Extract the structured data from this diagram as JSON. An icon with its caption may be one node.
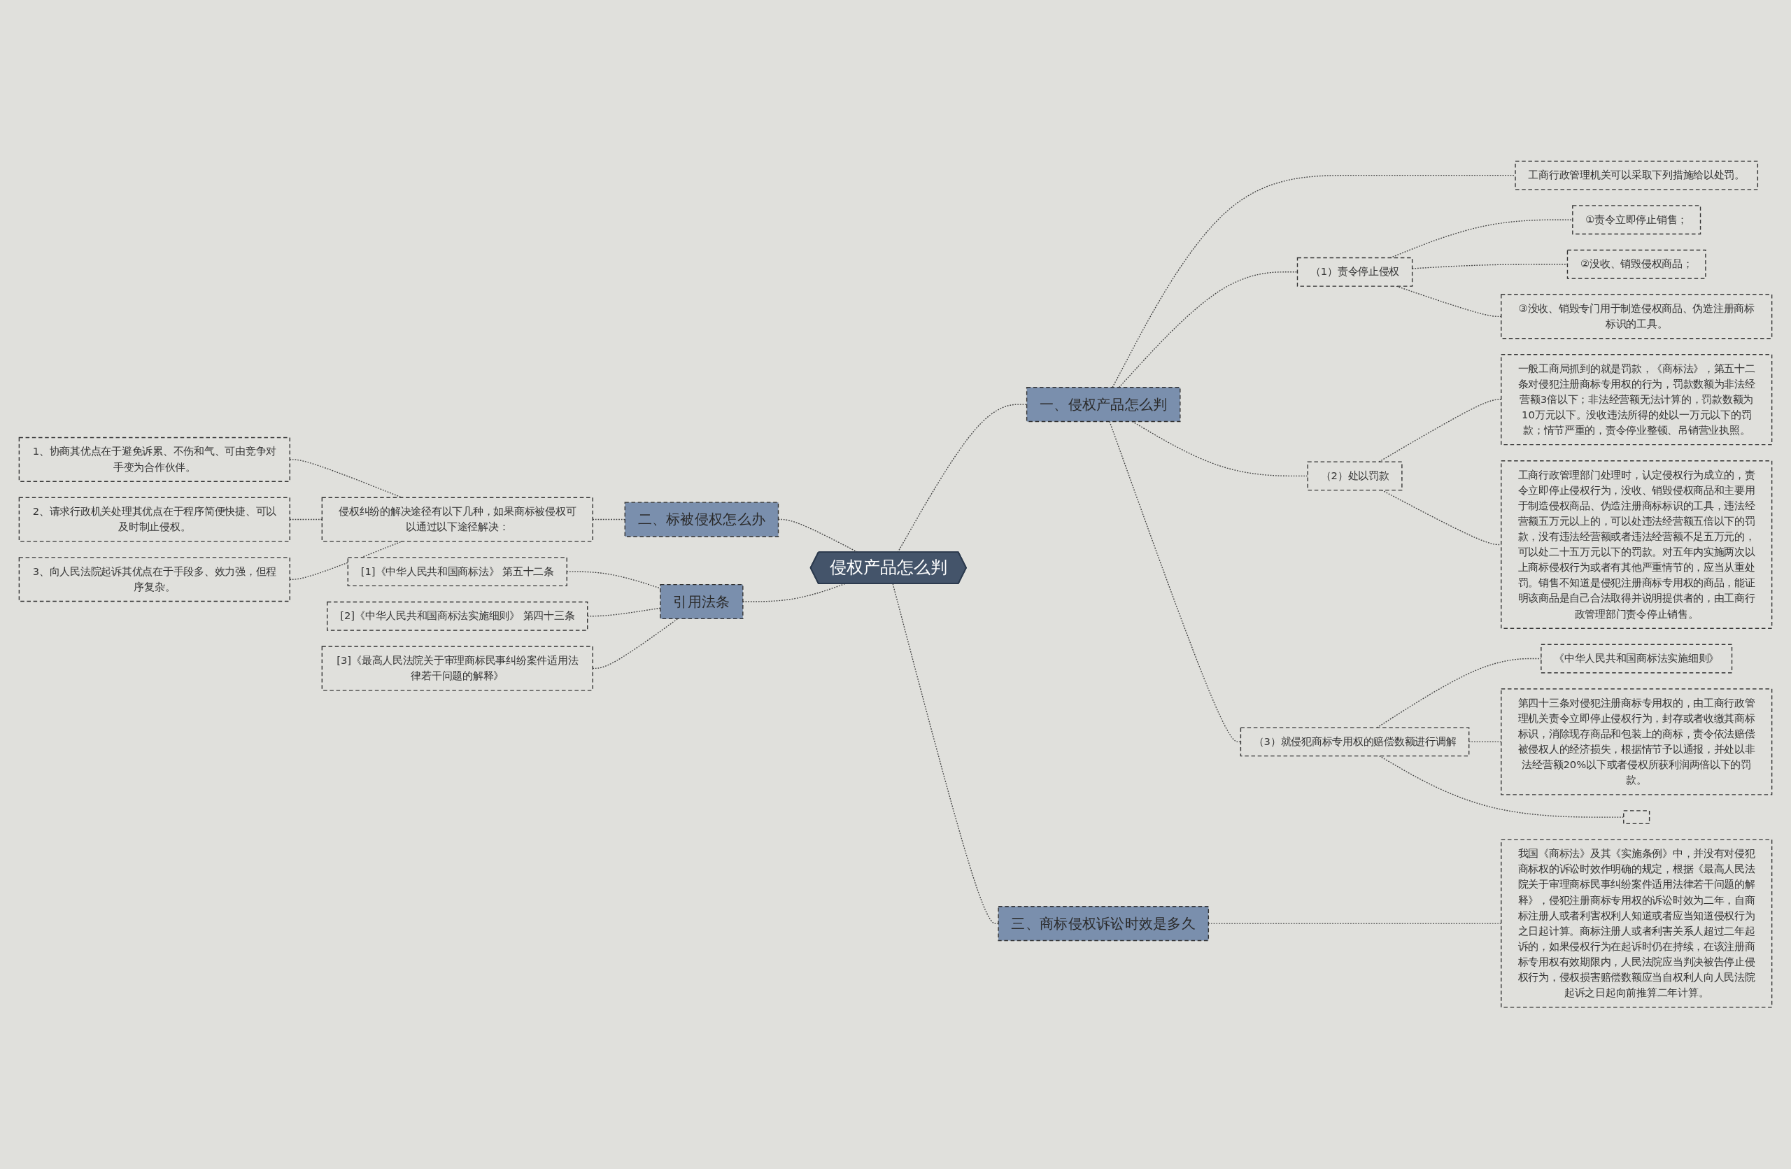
{
  "diagram": {
    "nodes": [
      {
        "text": [
          "侵权产品怎么判"
        ]
      },
      {
        "text": [
          "一、侵权产品怎么判"
        ]
      },
      {
        "text": [
          "工商行政管理机关可以采取下列措施给以处罚。"
        ]
      },
      {
        "text": [
          "（1）责令停止侵权"
        ]
      },
      {
        "text": [
          "①责令立即停止销售；"
        ]
      },
      {
        "text": [
          "②没收、销毁侵权商品；"
        ]
      },
      {
        "text": [
          "③没收、销毁专门用于制造侵权商品、伪造注册商标标识的工具。"
        ]
      },
      {
        "text": [
          "（2）处以罚款"
        ]
      },
      {
        "text": [
          "一般工商局抓到的就是罚款，《商标法》，第五十二条对侵犯注册商标专用权的行为，罚款数额为非法经营额3倍以下；非法经营额无法计算的，罚款数额为10万元以下。没收违法所得的处以一万元以下的罚款；情节严重的，责令停业整顿、吊销营业执照。"
        ]
      },
      {
        "text": [
          "工商行政管理部门处理时，认定侵权行为成立的，责令立即停止侵权行为，没收、销毁侵权商品和主要用于制造侵权商品、伪造注册商标标识的工具，违法经营额五万元以上的，可以处违法经营额五倍以下的罚款，没有违法经营额或者违法经营额不足五万元的，可以处二十五万元以下的罚款。对五年内实施两次以上商标侵权行为或者有其他严重情节的，应当从重处罚。销售不知道是侵犯注册商标专用权的商品，能证明该商品是自己合法取得并说明提供者的，由工商行政管理部门责令停止销售。"
        ]
      },
      {
        "text": [
          "（3）就侵犯商标专用权的赔偿数额进行调解"
        ]
      },
      {
        "text": [
          "《中华人民共和国商标法实施细则》"
        ]
      },
      {
        "text": [
          "第四十三条对侵犯注册商标专用权的，由工商行政管理机关责令立即停止侵权行为，封存或者收缴其商标标识，消除现存商品和包装上的商标，责令依法赔偿被侵权人的经济损失，根据情节予以通报，并处以非法经营额20%以下或者侵权所获利润两倍以下的罚款。"
        ]
      },
      {
        "text": [],
        "shape": "box"
      },
      {
        "text": [
          "三、商标侵权诉讼时效是多久"
        ]
      },
      {
        "text": [
          "我国《商标法》及其《实施条例》中，并没有对侵犯商标权的诉讼时效作明确的规定，根据《最高人民法院关于审理商标民事纠纷案件适用法律若干问题的解释》，侵犯注册商标专用权的诉讼时效为二年，自商标注册人或者利害权利人知道或者应当知道侵权行为之日起计算。商标注册人或者利害关系人超过二年起诉的，如果侵权行为在起诉时仍在持续，在该注册商标专用权有效期限内，人民法院应当判决被告停止侵权行为，侵权损害赔偿数额应当自权利人向人民法院起诉之日起向前推算二年计算。"
        ]
      },
      {
        "text": [
          "二、标被侵权怎么办"
        ]
      },
      {
        "text": [
          "侵权纠纷的解决途径有以下几种，如果商标被侵权可以通过以下途径解决："
        ]
      },
      {
        "text": [
          "1、协商其优点在于避免诉累、不伤和气、可由竞争对手变为合作伙伴。"
        ]
      },
      {
        "text": [
          "2、请求行政机关处理其优点在于程序简便快捷、可以及时制止侵权。"
        ]
      },
      {
        "text": [
          "3、向人民法院起诉其优点在于手段多、效力强，但程序复杂。"
        ]
      },
      {
        "text": [
          "引用法条"
        ]
      },
      {
        "text": [
          "[1]《中华人民共和国商标法》 第五十二条"
        ]
      },
      {
        "text": [
          "[2]《中华人民共和国商标法实施细则》 第四十三条"
        ]
      },
      {
        "text": [
          "[3]《最高人民法院关于审理商标民事纠纷案件适用法律若干问题的解释》"
        ]
      }
    ],
    "edges": [
      {
        "from": 0,
        "to": 1,
        "arrow": "none",
        "style": "dashed"
      },
      {
        "from": 1,
        "to": 2,
        "arrow": "none",
        "style": "dashed"
      },
      {
        "from": 1,
        "to": 3,
        "arrow": "none",
        "style": "dashed"
      },
      {
        "from": 3,
        "to": 4,
        "arrow": "none",
        "style": "dashed"
      },
      {
        "from": 3,
        "to": 5,
        "arrow": "none",
        "style": "dashed"
      },
      {
        "from": 3,
        "to": 6,
        "arrow": "none",
        "style": "dashed"
      },
      {
        "from": 1,
        "to": 7,
        "arrow": "none",
        "style": "dashed"
      },
      {
        "from": 7,
        "to": 8,
        "arrow": "none",
        "style": "dashed"
      },
      {
        "from": 7,
        "to": 9,
        "arrow": "none",
        "style": "dashed"
      },
      {
        "from": 1,
        "to": 10,
        "arrow": "none",
        "style": "dashed"
      },
      {
        "from": 10,
        "to": 11,
        "arrow": "none",
        "style": "dashed"
      },
      {
        "from": 10,
        "to": 12,
        "arrow": "none",
        "style": "dashed"
      },
      {
        "from": 10,
        "to": 13,
        "arrow": "none",
        "style": "dashed"
      },
      {
        "from": 0,
        "to": 14,
        "arrow": "none",
        "style": "dashed"
      },
      {
        "from": 14,
        "to": 15,
        "arrow": "none",
        "style": "dashed"
      },
      {
        "from": 16,
        "to": 0,
        "arrow": "none",
        "style": "dashed"
      },
      {
        "from": 17,
        "to": 16,
        "arrow": "none",
        "style": "dashed"
      },
      {
        "from": 18,
        "to": 17,
        "arrow": "none",
        "style": "dashed"
      },
      {
        "from": 19,
        "to": 17,
        "arrow": "none",
        "style": "dashed"
      },
      {
        "from": 20,
        "to": 17,
        "arrow": "none",
        "style": "dashed"
      },
      {
        "from": 21,
        "to": 0,
        "arrow": "none",
        "style": "dashed"
      },
      {
        "from": 22,
        "to": 21,
        "arrow": "none",
        "style": "dashed"
      },
      {
        "from": 23,
        "to": 21,
        "arrow": "none",
        "style": "dashed"
      },
      {
        "from": 24,
        "to": 21,
        "arrow": "none",
        "style": "dashed"
      }
    ]
  }
}
